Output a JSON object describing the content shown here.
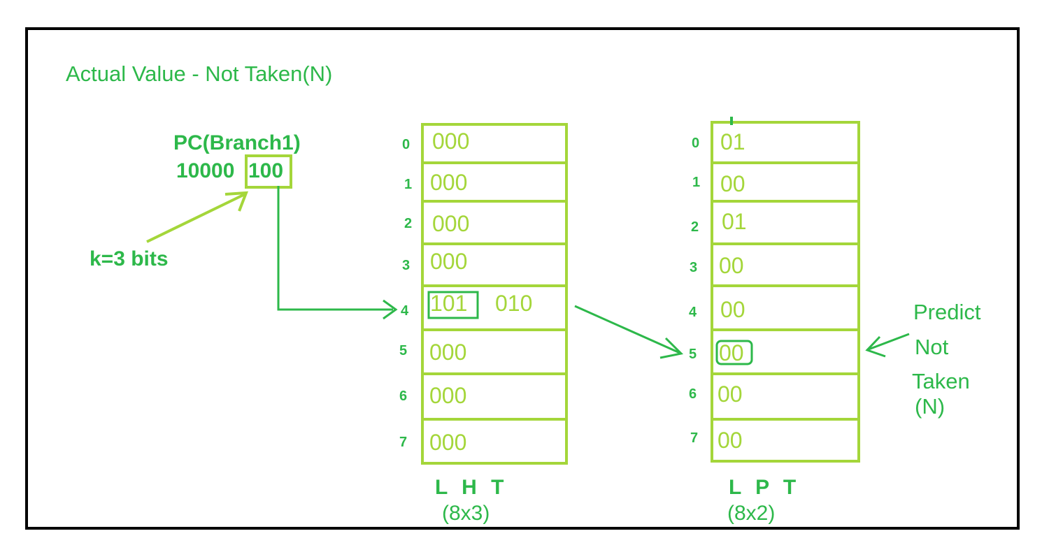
{
  "heading": "Actual Value -   Not Taken(N)",
  "pc": {
    "title": "PC(Branch1)",
    "bits_prefix": "10000",
    "bits_index": "100",
    "k_label": "k=3 bits"
  },
  "lht": {
    "name": "L H T",
    "size": "(8x3)",
    "indices": [
      "0",
      "1",
      "2",
      "3",
      "4",
      "5",
      "6",
      "7"
    ],
    "values": [
      "000",
      "000",
      "000",
      "000",
      "101",
      "000",
      "000",
      "000"
    ],
    "row4_extra": "010"
  },
  "lpt": {
    "name": "L P T",
    "size": "(8x2)",
    "indices": [
      "0",
      "1",
      "2",
      "3",
      "4",
      "5",
      "6",
      "7"
    ],
    "values": [
      "01",
      "00",
      "01",
      "00",
      "00",
      "00",
      "00",
      "00"
    ]
  },
  "prediction": {
    "line1": "Predict",
    "line2": "Not",
    "line3": "Taken",
    "line4": "(N)"
  },
  "colors": {
    "dark_green": "#2db84a",
    "light_green": "#a4d63a",
    "frame": "#000000"
  }
}
